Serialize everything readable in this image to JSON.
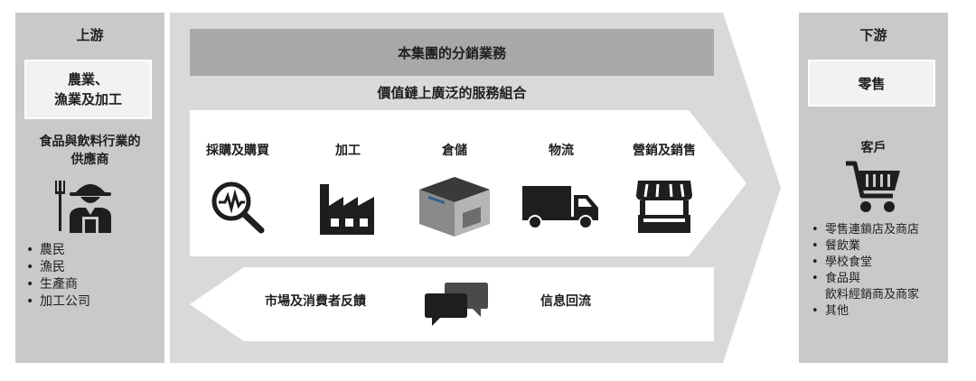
{
  "upstream": {
    "title": "上游",
    "box_line1": "農業、",
    "box_line2": "漁業及加工",
    "suppliers_line1": "食品與飲料行業的",
    "suppliers_line2": "供應商",
    "icon": "farmer-icon",
    "items": [
      "農民",
      "漁民",
      "生產商",
      "加工公司"
    ]
  },
  "center": {
    "title": "本集團的分銷業務",
    "subtitle": "價值鏈上廣泛的服務組合",
    "services": [
      {
        "label": "採購及購買",
        "icon": "magnifier-pulse-icon"
      },
      {
        "label": "加工",
        "icon": "factory-icon"
      },
      {
        "label": "倉儲",
        "icon": "warehouse-icon"
      },
      {
        "label": "物流",
        "icon": "truck-icon"
      },
      {
        "label": "營銷及銷售",
        "icon": "storefront-icon"
      }
    ],
    "feedback": {
      "left_label": "市場及消費者反饋",
      "right_label": "信息回流",
      "icon": "chat-bubbles-icon"
    }
  },
  "downstream": {
    "title": "下游",
    "box": "零售",
    "customers": "客戶",
    "icon": "shopping-cart-icon",
    "items": [
      "零售連鎖店及商店",
      "餐飲業",
      "學校食堂",
      "食品與",
      "飲料經銷商及商家",
      "其他"
    ]
  },
  "colors": {
    "panel_gray": "#c9c9c9",
    "center_gray": "#d9d9d9",
    "bar_gray": "#a8a8a8",
    "icon_dark": "#1e1e1e"
  }
}
